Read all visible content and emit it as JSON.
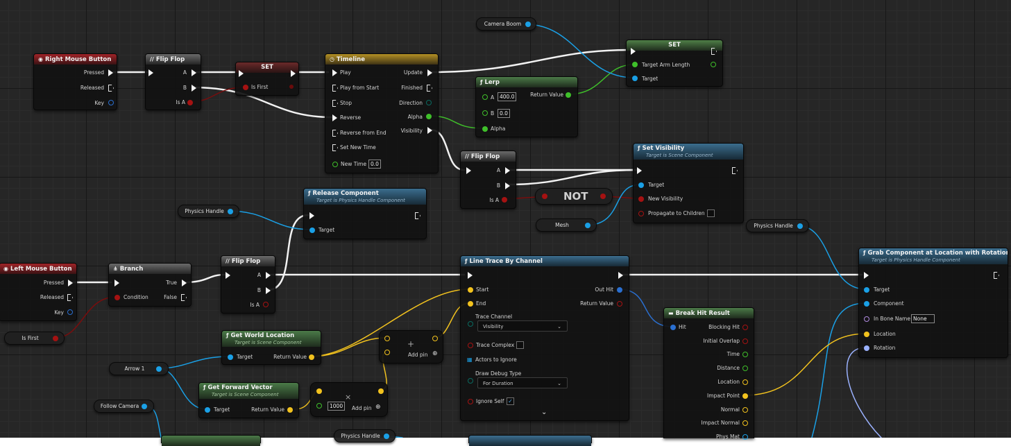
{
  "colors": {
    "exec": "#f2f2f2",
    "bool": "#a51212",
    "float": "#3fbf2a",
    "object": "#1aa0e6",
    "vector": "#f2c21e",
    "struct": "#2a6fd0",
    "name": "#b08be0",
    "rotator": "#9bb2ff"
  },
  "right_mouse": {
    "title": "Right Mouse Button",
    "pressed": "Pressed",
    "released": "Released",
    "key": "Key"
  },
  "flip1": {
    "title": "Flip Flop",
    "a": "A",
    "b": "B",
    "is_a": "Is A"
  },
  "set_first": {
    "title": "SET",
    "is_first": "Is First"
  },
  "timeline": {
    "title": "Timeline",
    "play": "Play",
    "play_from_start": "Play from Start",
    "stop": "Stop",
    "reverse": "Reverse",
    "reverse_from_end": "Reverse from End",
    "set_new_time": "Set New Time",
    "new_time": "New Time",
    "new_time_value": "0.0",
    "update": "Update",
    "finished": "Finished",
    "direction": "Direction",
    "alpha": "Alpha",
    "visibility": "Visibility"
  },
  "camera_boom": {
    "label": "Camera Boom"
  },
  "set_arm": {
    "title": "SET",
    "target_arm_length": "Target Arm Length",
    "target": "Target"
  },
  "lerp": {
    "title": "Lerp",
    "a": "A",
    "a_value": "400.0",
    "b": "B",
    "b_value": "0.0",
    "alpha": "Alpha",
    "return_value": "Return Value"
  },
  "flip2": {
    "title": "Flip Flop",
    "a": "A",
    "b": "B",
    "is_a": "Is A"
  },
  "set_visibility": {
    "title": "Set Visibility",
    "subtitle": "Target is Scene Component",
    "target": "Target",
    "new_visibility": "New Visibility",
    "propagate": "Propagate to Children"
  },
  "not_node": {
    "label": "NOT"
  },
  "mesh": {
    "label": "Mesh"
  },
  "physics_handle_1": {
    "label": "Physics Handle"
  },
  "physics_handle_2": {
    "label": "Physics Handle"
  },
  "physics_handle_3": {
    "label": "Physics Handle"
  },
  "release": {
    "title": "Release Component",
    "subtitle": "Target is Physics Handle Component",
    "target": "Target"
  },
  "left_mouse": {
    "title": "Left Mouse Button",
    "pressed": "Pressed",
    "released": "Released",
    "key": "Key"
  },
  "branch": {
    "title": "Branch",
    "condition": "Condition",
    "true": "True",
    "false": "False"
  },
  "flip3": {
    "title": "Flip Flop",
    "a": "A",
    "b": "B",
    "is_a": "Is A"
  },
  "is_first_var": {
    "label": "Is First"
  },
  "line_trace": {
    "title": "Line Trace By Channel",
    "start": "Start",
    "end": "End",
    "trace_channel": "Trace Channel",
    "trace_channel_value": "Visibility",
    "trace_complex": "Trace Complex",
    "actors_to_ignore": "Actors to Ignore",
    "draw_debug_type": "Draw Debug Type",
    "draw_debug_value": "For Duration",
    "ignore_self": "Ignore Self",
    "out_hit": "Out Hit",
    "return_value": "Return Value"
  },
  "grab": {
    "title": "Grab Component at Location with Rotation",
    "subtitle": "Target is Physics Handle Component",
    "target": "Target",
    "component": "Component",
    "in_bone_name": "In Bone Name",
    "in_bone_value": "None",
    "location": "Location",
    "rotation": "Rotation"
  },
  "break_hit": {
    "title": "Break Hit Result",
    "hit": "Hit",
    "blocking_hit": "Blocking Hit",
    "initial_overlap": "Initial Overlap",
    "time": "Time",
    "distance": "Distance",
    "location": "Location",
    "impact_point": "Impact Point",
    "normal": "Normal",
    "impact_normal": "Impact Normal",
    "phys_mat": "Phys Mat"
  },
  "get_world_location": {
    "title": "Get World Location",
    "subtitle": "Target is Scene Component",
    "target": "Target",
    "return_value": "Return Value"
  },
  "arrow": {
    "label": "Arrow 1"
  },
  "add_vec": {
    "label": "Add pin"
  },
  "get_forward": {
    "title": "Get Forward Vector",
    "subtitle": "Target is Scene Component",
    "target": "Target",
    "return_value": "Return Value"
  },
  "multiply": {
    "value": "1000",
    "label": "Add pin"
  },
  "follow_camera": {
    "label": "Follow Camera"
  }
}
